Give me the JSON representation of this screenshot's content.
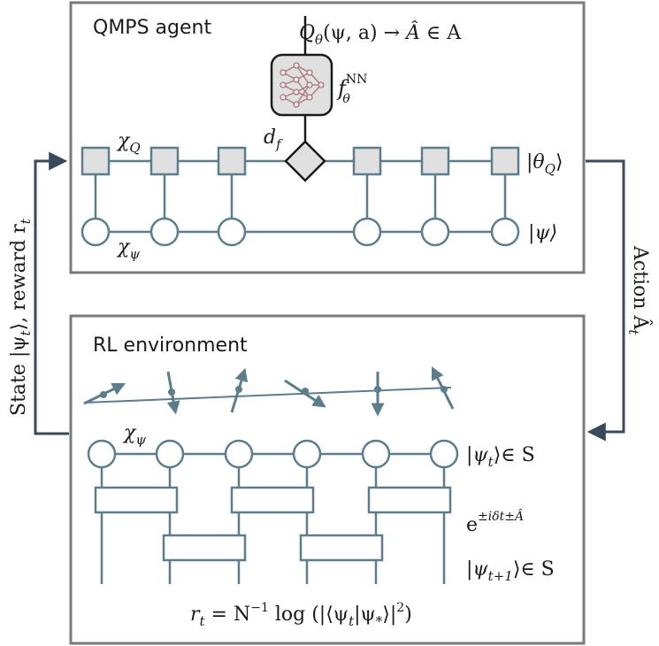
{
  "agent": {
    "title": "QMPS agent",
    "q_label": "Q",
    "q_sub": "θ",
    "q_args": "(ψ, a) → ",
    "a_hat": "Â",
    "q_set": " ∈ A",
    "nn_f": "f",
    "nn_sub": "θ",
    "nn_sup": "NN",
    "df_d": "d",
    "df_sub": "f",
    "chi_q": "χ",
    "chi_q_sub": "Q",
    "chi_psi": "χ",
    "chi_psi_sub": "ψ",
    "theta_ket_pre": "|θ",
    "theta_ket_sub": "Q",
    "theta_ket_post": "⟩",
    "psi_ket": "|ψ⟩"
  },
  "environment": {
    "title": "RL environment",
    "chi_psi": "χ",
    "chi_psi_sub": "ψ",
    "psi_t_pre": "|ψ",
    "psi_t_sub": "t",
    "psi_t_post": "⟩∈ S",
    "evolution_base": "e",
    "evolution_sup": "±iδt±Â",
    "psi_t1_pre": "|ψ",
    "psi_t1_sub": "t+1",
    "psi_t1_post": "⟩∈ S",
    "reward_r": "r",
    "reward_r_sub": "t",
    "reward_eq": " = N",
    "reward_exp": "−1",
    "reward_log": " log (|⟨ψ",
    "reward_log_sub1": "t",
    "reward_mid": "|ψ",
    "reward_log_sub2": "*",
    "reward_end": "⟩|",
    "reward_sq": "2",
    "reward_close": ")"
  },
  "left_arrow": {
    "text": "State |ψ",
    "sub": "t",
    "rest": "⟩,  reward r",
    "sub2": "t"
  },
  "right_arrow": {
    "text": "Action Â",
    "sub": "t"
  },
  "colors": {
    "frame": "#7a7a7a",
    "network": "#5b7d8c",
    "arrow": "#3a4a5c",
    "tensor_fill": "#e0e0e0",
    "nn_node": "#a8787a"
  }
}
